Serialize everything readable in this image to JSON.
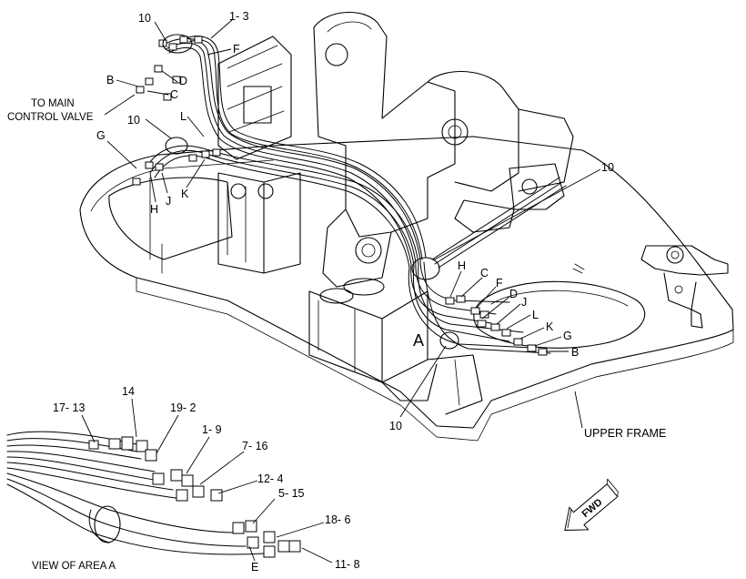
{
  "labels": {
    "hose_bundle_top": "10",
    "group_1_3": "1- 3",
    "f_top": "F",
    "b_left": "B",
    "d_left": "D",
    "c_left": "C",
    "main_valve_line1": "TO MAIN",
    "main_valve_line2": "CONTROL VALVE",
    "clamp_left": "10",
    "l_left": "L",
    "g_left": "G",
    "h_left": "H",
    "j_left": "J",
    "k_left": "K",
    "clamp_right": "10",
    "h_right": "H",
    "c_right": "C",
    "f_right": "F",
    "d_right": "D",
    "j_right": "J",
    "l_right": "L",
    "k_right": "K",
    "g_right": "G",
    "b_right": "B",
    "area_a": "A",
    "clamp_bottom": "10",
    "upper_frame": "UPPER FRAME"
  },
  "view_a": {
    "title": "VIEW OF AREA A",
    "parts": {
      "p17_13": "17- 13",
      "p14": "14",
      "p19_2": "19- 2",
      "p1_9": "1- 9",
      "p7_16": "7- 16",
      "p12_4": "12- 4",
      "p5_15": "5- 15",
      "p18_6": "18- 6",
      "e": "E",
      "p11_8": "11- 8"
    }
  },
  "direction": {
    "text": "FWD"
  }
}
